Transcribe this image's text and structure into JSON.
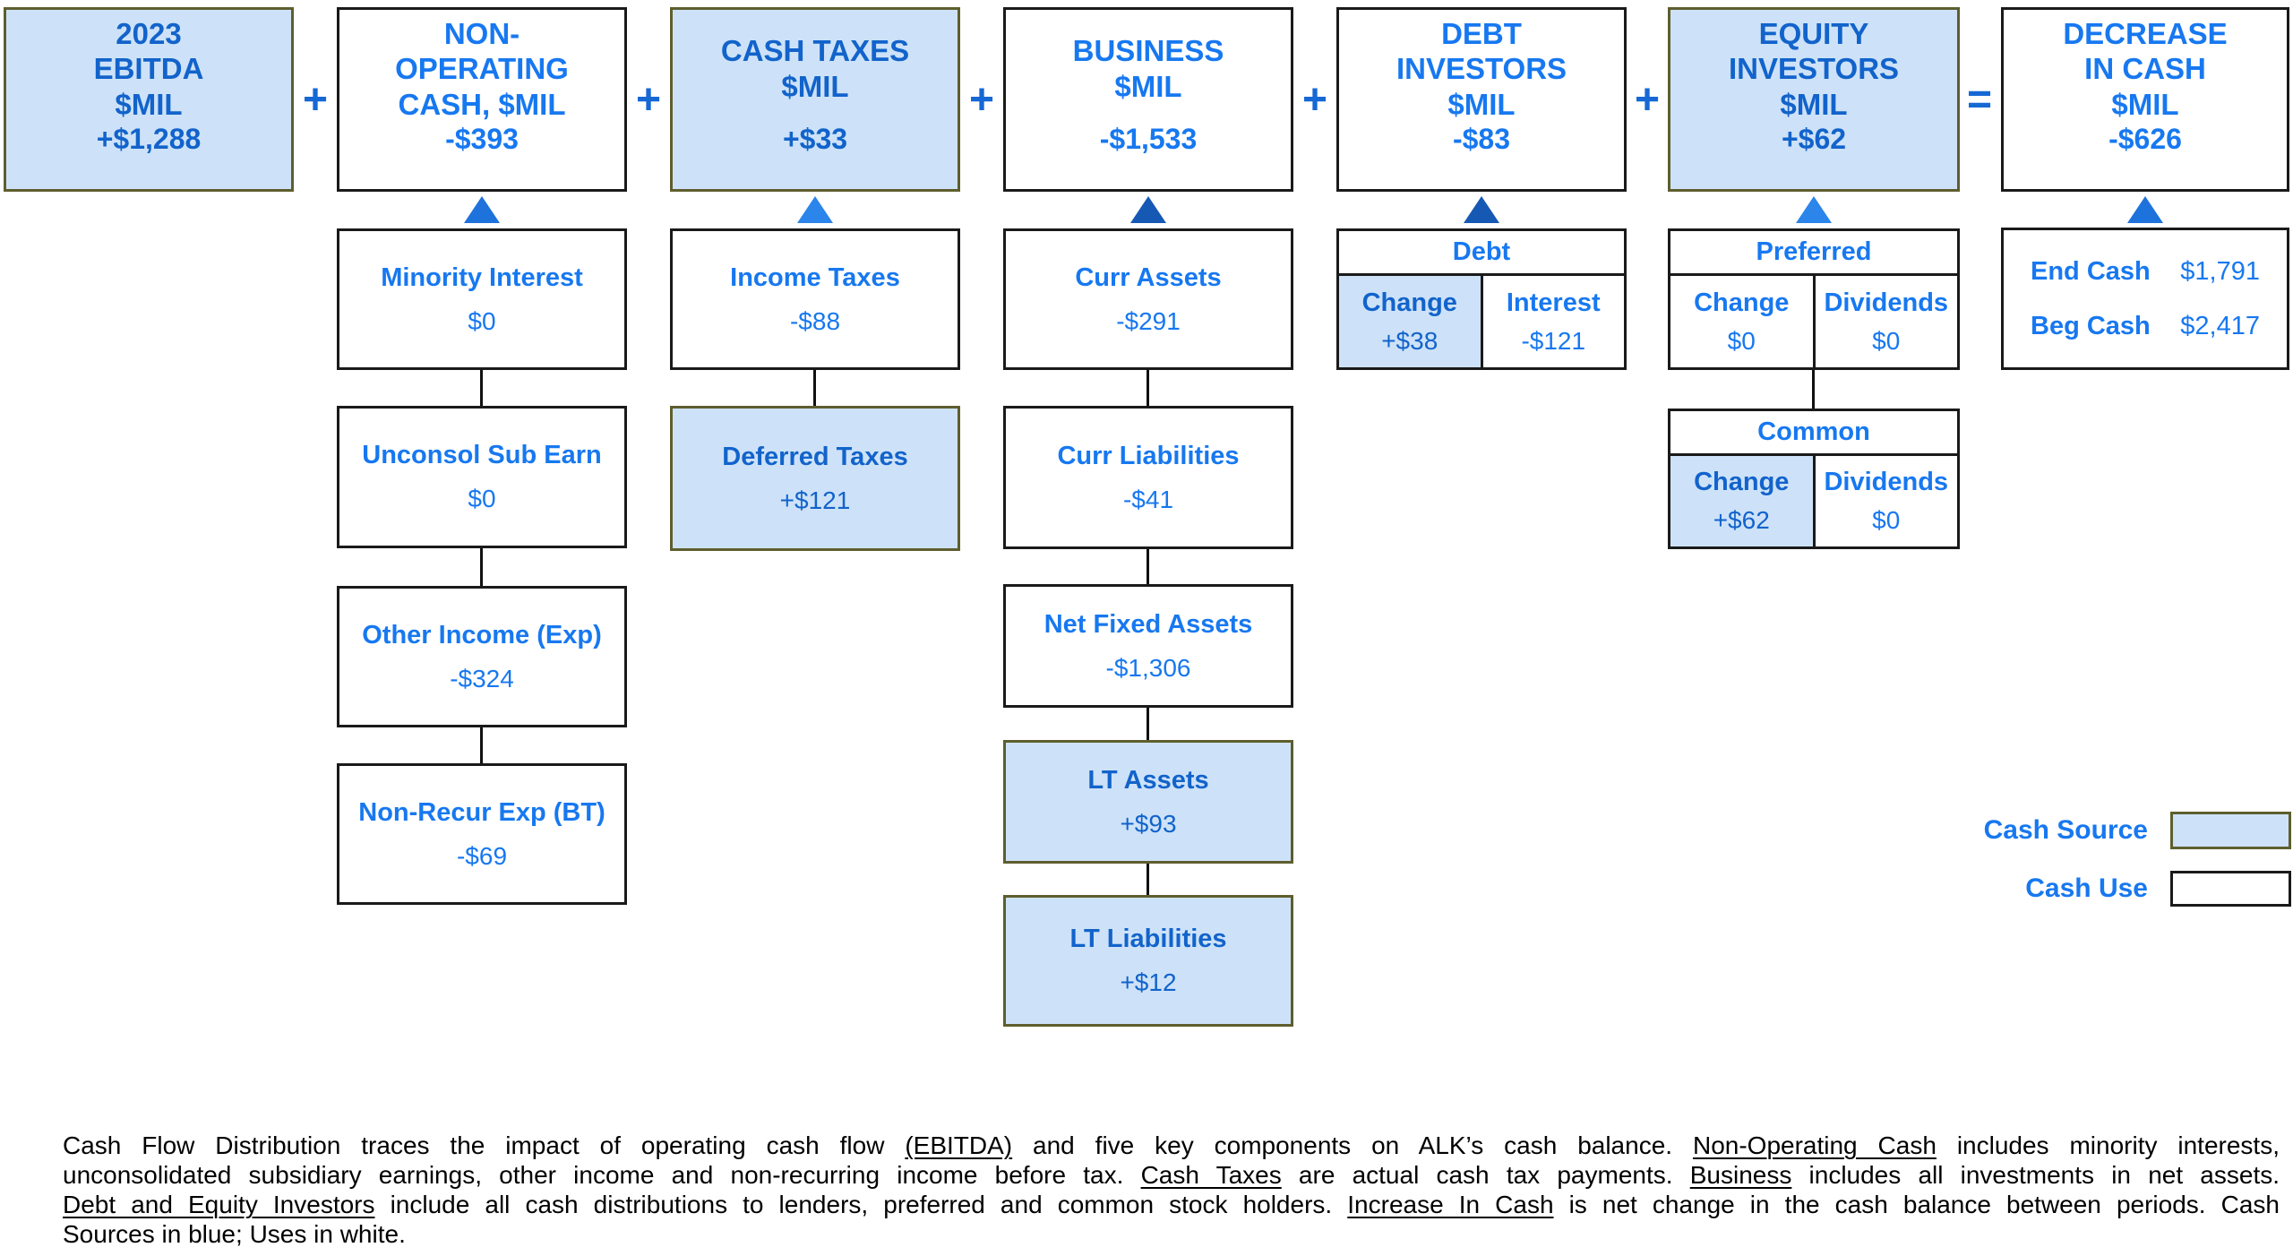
{
  "colors": {
    "cash_source_fill": "#cde2f8",
    "text_blue_bright": "#1778f0",
    "text_blue_dark": "#1263cb",
    "operator_blue": "#1668d4"
  },
  "top_row": {
    "operators": [
      "+",
      "+",
      "+",
      "+",
      "+",
      "="
    ],
    "boxes": [
      {
        "title": "2023\nEBITDA\n$MIL",
        "value": "+$1,288",
        "style": "source"
      },
      {
        "title": "NON-\nOPERATING\nCASH, $MIL",
        "value": "-$393",
        "style": "use"
      },
      {
        "title": "CASH TAXES\n$MIL",
        "value": "+$33",
        "style": "source"
      },
      {
        "title": "BUSINESS\n$MIL",
        "value": "-$1,533",
        "style": "use"
      },
      {
        "title": "DEBT\nINVESTORS\n$MIL",
        "value": "-$83",
        "style": "use"
      },
      {
        "title": "EQUITY\nINVESTORS\n$MIL",
        "value": "+$62",
        "style": "source"
      },
      {
        "title": "DECREASE\nIN CASH\n$MIL",
        "value": "-$626",
        "style": "use"
      }
    ]
  },
  "columns": {
    "non_operating": {
      "boxes": [
        {
          "label": "Minority Interest",
          "value": "$0"
        },
        {
          "label": "Unconsol Sub Earn",
          "value": "$0"
        },
        {
          "label": "Other Income (Exp)",
          "value": "-$324"
        },
        {
          "label": "Non-Recur Exp (BT)",
          "value": "-$69"
        }
      ]
    },
    "cash_taxes": {
      "boxes": [
        {
          "label": "Income Taxes",
          "value": "-$88"
        },
        {
          "label": "Deferred Taxes",
          "value": "+$121"
        }
      ]
    },
    "business": {
      "boxes": [
        {
          "label": "Curr Assets",
          "value": "-$291"
        },
        {
          "label": "Curr Liabilities",
          "value": "-$41"
        },
        {
          "label": "Net Fixed Assets",
          "value": "-$1,306"
        },
        {
          "label": "LT Assets",
          "value": "+$93"
        },
        {
          "label": "LT Liabilities",
          "value": "+$12"
        }
      ]
    },
    "debt": {
      "table": {
        "header": "Debt",
        "cells": [
          {
            "label": "Change",
            "value": "+$38"
          },
          {
            "label": "Interest",
            "value": "-$121"
          }
        ]
      }
    },
    "equity": {
      "preferred": {
        "header": "Preferred",
        "cells": [
          {
            "label": "Change",
            "value": "$0"
          },
          {
            "label": "Dividends",
            "value": "$0"
          }
        ]
      },
      "common": {
        "header": "Common",
        "cells": [
          {
            "label": "Change",
            "value": "+$62"
          },
          {
            "label": "Dividends",
            "value": "$0"
          }
        ]
      }
    },
    "cash_summary": {
      "rows": [
        {
          "label": "End Cash",
          "value": "$1,791"
        },
        {
          "label": "Beg Cash",
          "value": "$2,417"
        }
      ]
    }
  },
  "legend": {
    "source_label": "Cash Source",
    "use_label": "Cash Use"
  },
  "footnote": {
    "lines": [
      [
        {
          "t": "Cash Flow Distribution traces the impact of operating cash flow "
        },
        {
          "t": "(EBITDA)",
          "u": true
        },
        {
          "t": " and five key components on ALK’s cash balance. "
        },
        {
          "t": "Non-Operating Cash",
          "u": true
        },
        {
          "t": " includes minority interests,"
        }
      ],
      [
        {
          "t": "unconsolidated subsidiary earnings, other income and non-recurring income before tax. "
        },
        {
          "t": "Cash Taxes",
          "u": true
        },
        {
          "t": " are actual cash tax payments. "
        },
        {
          "t": "Business",
          "u": true
        },
        {
          "t": " includes all investments in net assets."
        }
      ],
      [
        {
          "t": "Debt and Equity Investors",
          "u": true
        },
        {
          "t": " include all cash distributions to lenders, preferred and common stock holders. "
        },
        {
          "t": "Increase In Cash",
          "u": true
        },
        {
          "t": " is net change in the cash balance between periods. Cash"
        }
      ],
      [
        {
          "t": "Sources in blue; Uses in white."
        }
      ]
    ]
  }
}
